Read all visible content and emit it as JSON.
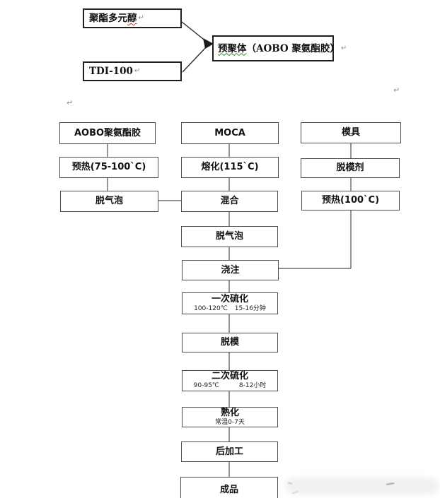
{
  "document": {
    "type": "process-flowchart",
    "language": "zh-CN"
  },
  "marks": {
    "return": "↵"
  },
  "colors": {
    "background": "#ffffff",
    "box_border": "#4d4d4d",
    "top_box_border": "#1f1f1f",
    "text": "#111111",
    "return_mark": "#8c8c8c",
    "spellcheck_red": "#cc3333",
    "grammar_green": "#2e8b2e"
  },
  "top": {
    "inputs": [
      {
        "text": "聚酯多元",
        "flagged": "醇"
      },
      {
        "text": "TDI-100",
        "flagged": ""
      }
    ],
    "output": {
      "flagged": "预聚体",
      "rest": "（AOBO 聚氨酯胶）"
    }
  },
  "columns": {
    "left": [
      {
        "label": "AOBO聚氨酯胶"
      },
      {
        "label": "预热(75-100`C)"
      },
      {
        "label": "脱气泡"
      }
    ],
    "center": [
      {
        "label": "MOCA"
      },
      {
        "label": "熔化(115`C)"
      },
      {
        "label": "混合"
      },
      {
        "label": "脱气泡"
      },
      {
        "label": "浇注"
      },
      {
        "label": "一次硫化",
        "note": {
          "left": "100-120℃",
          "right": "15-16分钟"
        }
      },
      {
        "label": "脱模"
      },
      {
        "label": "二次硫化",
        "note": {
          "left": "90-95℃",
          "right": "8-12小时"
        }
      },
      {
        "label": "熟化",
        "note": {
          "left": "常温0-7天",
          "right": ""
        }
      },
      {
        "label": "后加工"
      },
      {
        "label": "成品"
      }
    ],
    "right": [
      {
        "label": "模具"
      },
      {
        "label": "脱模剂"
      },
      {
        "label": "预热(100`C)"
      }
    ]
  }
}
